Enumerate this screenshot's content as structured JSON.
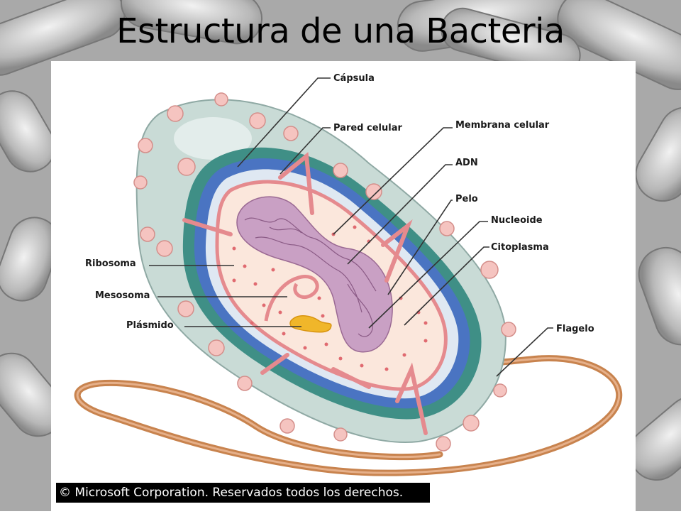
{
  "title": "Estructura de una Bacteria",
  "labels": {
    "capsula": "Cápsula",
    "pared": "Pared celular",
    "membrana": "Membrana celular",
    "adn": "ADN",
    "pelo": "Pelo",
    "nucleoide": "Nucleoide",
    "citoplasma": "Citoplasma",
    "ribosoma": "Ribosoma",
    "mesosoma": "Mesosoma",
    "plasmido": "Plásmido",
    "flagelo": "Flagelo"
  },
  "copyright": "© Microsoft Corporation. Reservados todos los derechos.",
  "colors": {
    "capsule": "#c9dbd6",
    "wall_teal": "#3f8f86",
    "membrane_blue": "#4a74c2",
    "cytoplasm": "#fbe7dc",
    "pili": "#e2868a",
    "nucleoid": "#b98bb3",
    "plasmid": "#f0b62a",
    "flagellum": "#c8834e"
  }
}
